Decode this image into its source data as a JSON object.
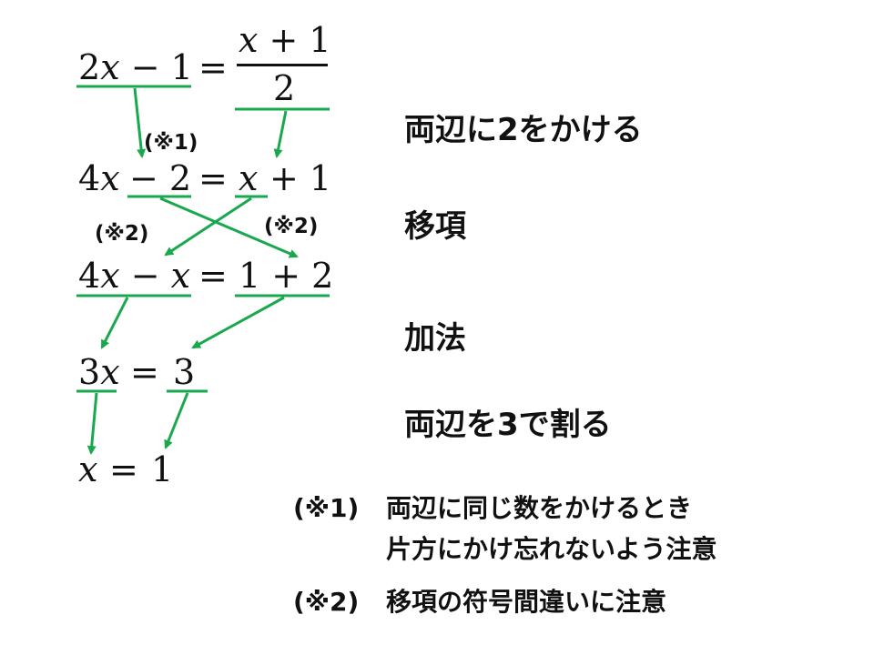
{
  "equations": {
    "eq1_left": "2x − 1",
    "eq1_equals": "=",
    "eq1_numerator": "x + 1",
    "eq1_denominator": "2",
    "eq2_left_a": "4x",
    "eq2_left_b": "− 2",
    "eq2_equals": "=",
    "eq2_right_a": "x",
    "eq2_right_b": "+ 1",
    "eq3_left": "4x − x",
    "eq3_equals": "=",
    "eq3_right": "1 + 2",
    "eq4_left": "3x",
    "eq4_equals": "=",
    "eq4_right": "3",
    "eq5_left": "x",
    "eq5_equals": "=",
    "eq5_right": "1"
  },
  "markers": {
    "mark1": "(※1)",
    "mark2_left": "(※2)",
    "mark2_right": "(※2)"
  },
  "steps": {
    "step1": "両辺に2をかける",
    "step2": "移項",
    "step3": "加法",
    "step4": "両辺を3で割る"
  },
  "notes": {
    "note1_label": "(※1)",
    "note1_line1": "両辺に同じ数をかけるとき",
    "note1_line2": "片方にかけ忘れないよう注意",
    "note2_label": "(※2)",
    "note2_line1": "移項の符号間違いに注意"
  },
  "colors": {
    "accent": "#1aa84f",
    "text": "#111111"
  }
}
